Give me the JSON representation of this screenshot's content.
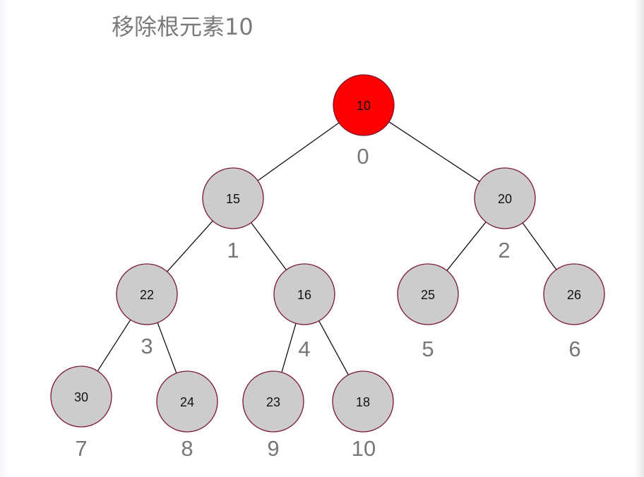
{
  "title": "移除根元素10",
  "colors": {
    "root_fill": "#ff0000",
    "node_fill": "#cccccc",
    "node_stroke": "#7a1830",
    "edge": "#111111",
    "index_text": "#777777"
  },
  "tree": {
    "nodes": [
      {
        "value": "10",
        "index": "0",
        "highlight": true
      },
      {
        "value": "15",
        "index": "1",
        "highlight": false
      },
      {
        "value": "20",
        "index": "2",
        "highlight": false
      },
      {
        "value": "22",
        "index": "3",
        "highlight": false
      },
      {
        "value": "16",
        "index": "4",
        "highlight": false
      },
      {
        "value": "25",
        "index": "5",
        "highlight": false
      },
      {
        "value": "26",
        "index": "6",
        "highlight": false
      },
      {
        "value": "30",
        "index": "7",
        "highlight": false
      },
      {
        "value": "24",
        "index": "8",
        "highlight": false
      },
      {
        "value": "23",
        "index": "9",
        "highlight": false
      },
      {
        "value": "18",
        "index": "10",
        "highlight": false
      }
    ],
    "edges": [
      [
        0,
        1
      ],
      [
        0,
        2
      ],
      [
        1,
        3
      ],
      [
        1,
        4
      ],
      [
        2,
        5
      ],
      [
        2,
        6
      ],
      [
        3,
        7
      ],
      [
        3,
        8
      ],
      [
        4,
        9
      ],
      [
        4,
        10
      ]
    ]
  }
}
